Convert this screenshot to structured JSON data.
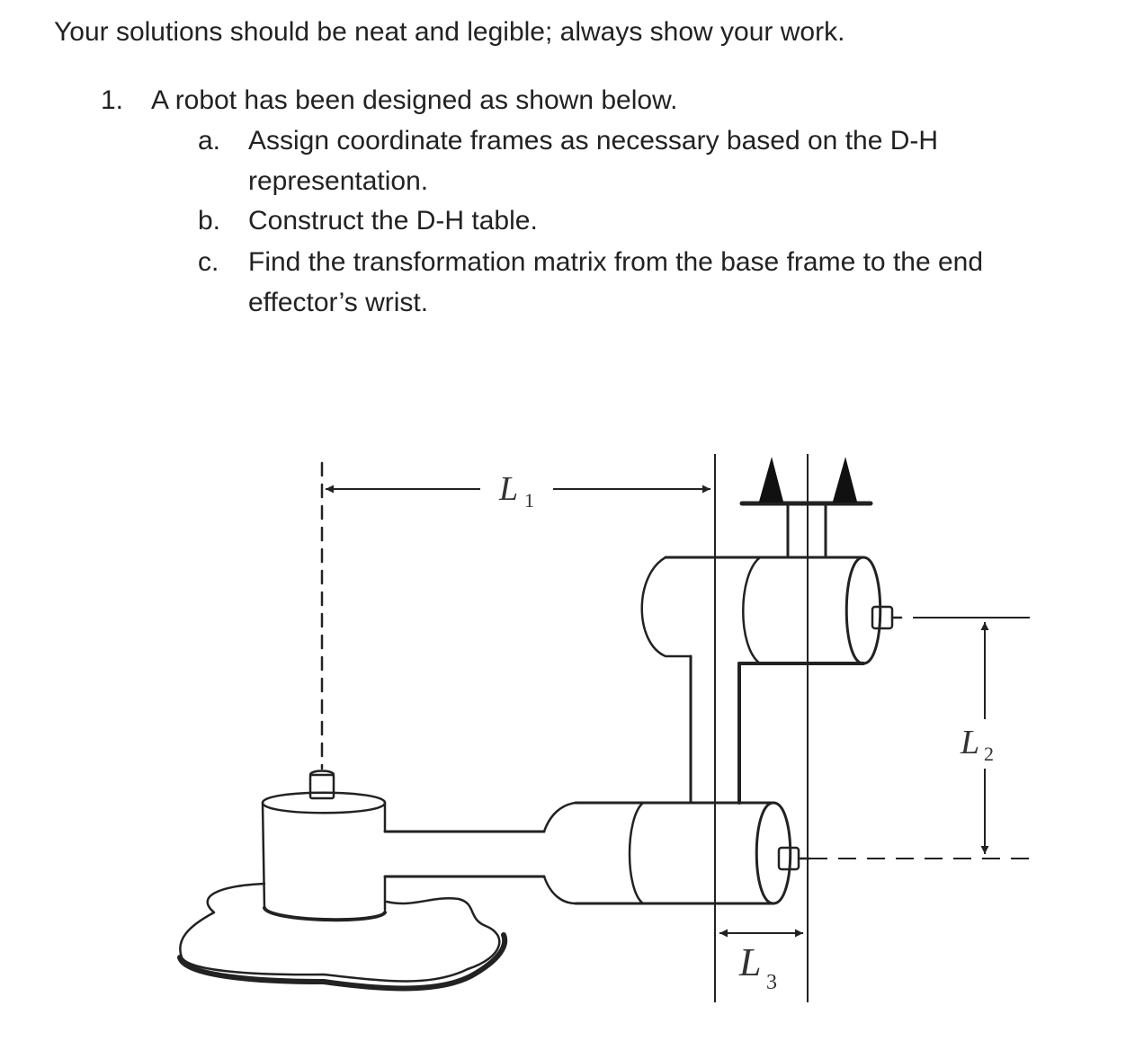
{
  "instructions": "Your solutions should be neat and legible; always show your work.",
  "problem": {
    "number": "1.",
    "text": "A robot has been designed as shown below.",
    "parts": [
      {
        "marker": "a.",
        "text": "Assign coordinate frames as necessary based on the D-H representation."
      },
      {
        "marker": "b.",
        "text": "Construct the D-H table."
      },
      {
        "marker": "c.",
        "text": "Find the transformation matrix from the base frame to the end effector’s wrist."
      }
    ]
  },
  "figure": {
    "label_l1_main": "L",
    "label_l1_sub": "1",
    "label_l2_main": "L",
    "label_l2_sub": "2",
    "label_l3_main": "L",
    "label_l3_sub": "3"
  }
}
